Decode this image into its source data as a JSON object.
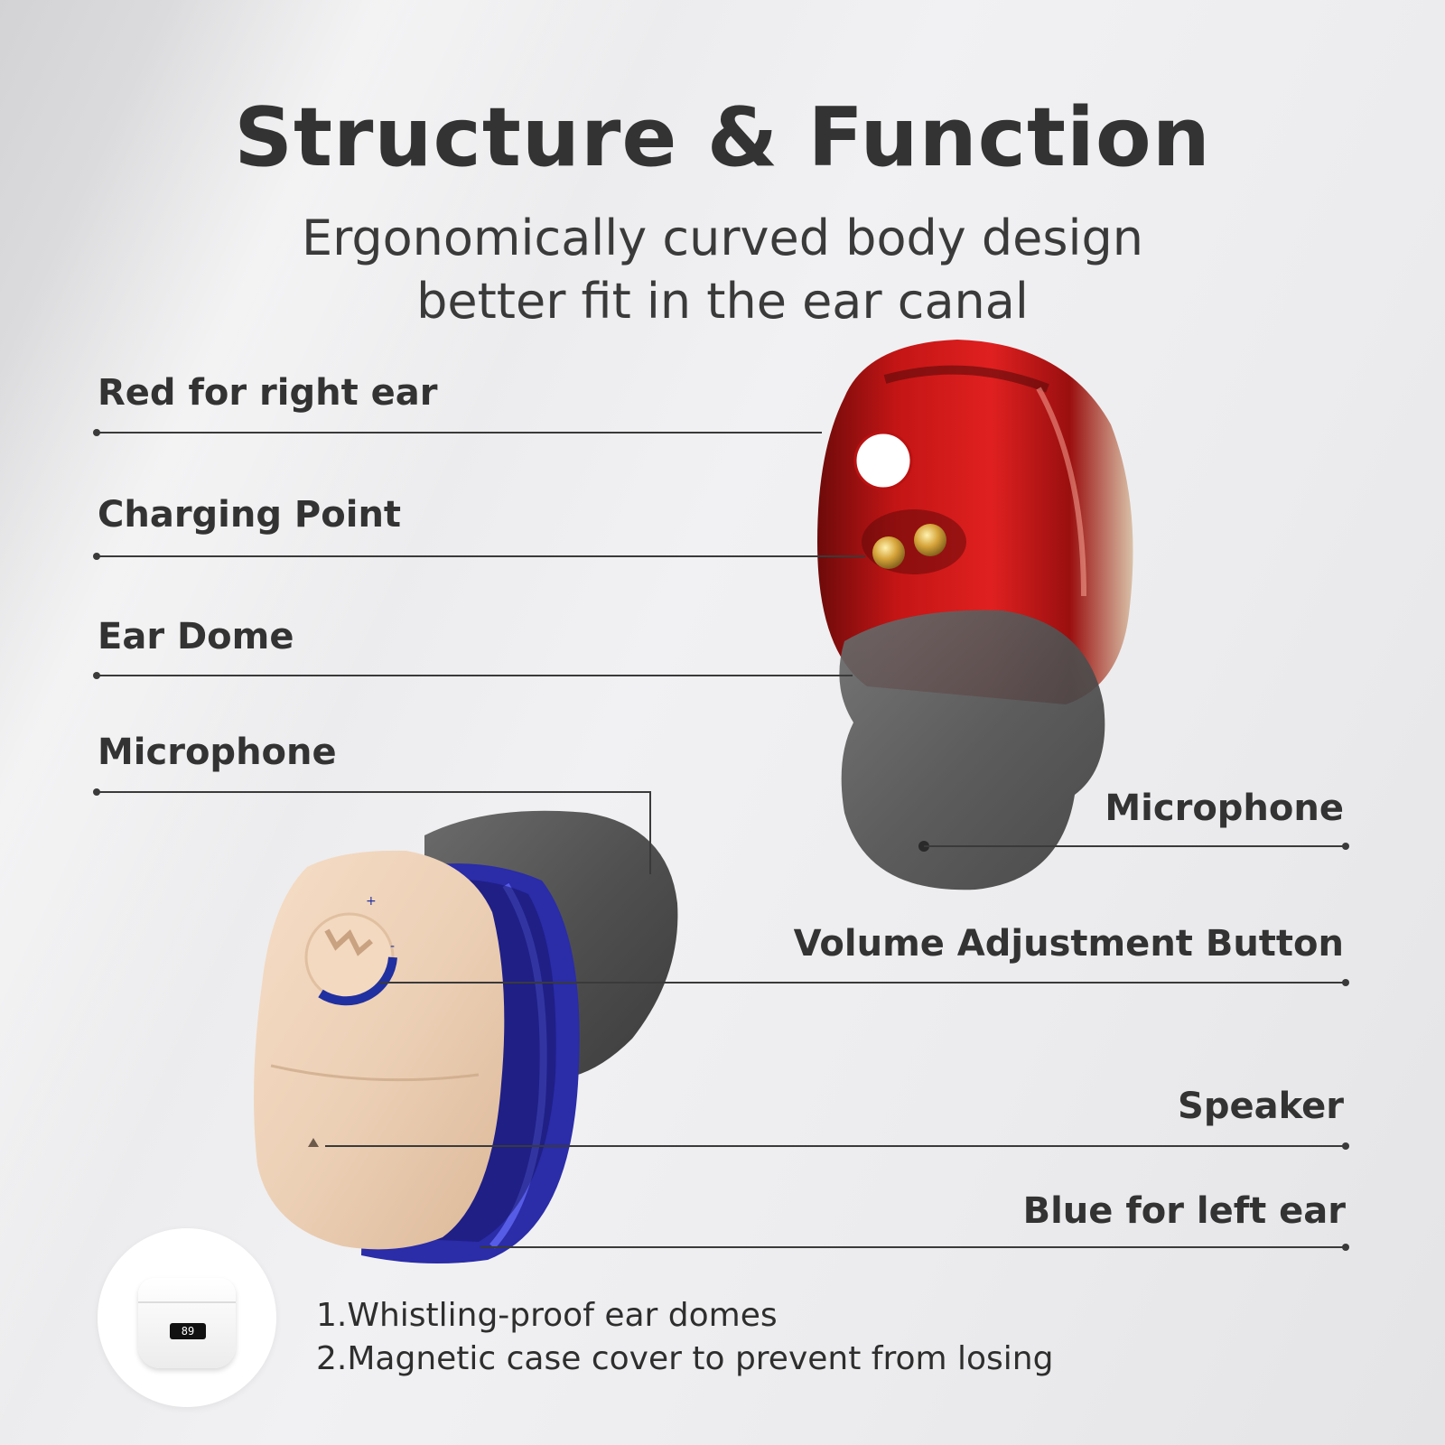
{
  "title": "Structure & Function",
  "subtitle": {
    "line1": "Ergonomically curved body design",
    "line2": "better fit in the ear canal"
  },
  "labels": {
    "red_right_ear": "Red for right ear",
    "charging_point": "Charging Point",
    "ear_dome": "Ear Dome",
    "microphone_left": "Microphone",
    "microphone_right": "Microphone",
    "volume_button": "Volume Adjustment Button",
    "speaker": "Speaker",
    "blue_left_ear": "Blue for left ear"
  },
  "case": {
    "display_value": "89"
  },
  "notes": {
    "line1": "1.Whistling-proof ear domes",
    "line2": "2.Magnetic case cover to prevent from losing"
  }
}
